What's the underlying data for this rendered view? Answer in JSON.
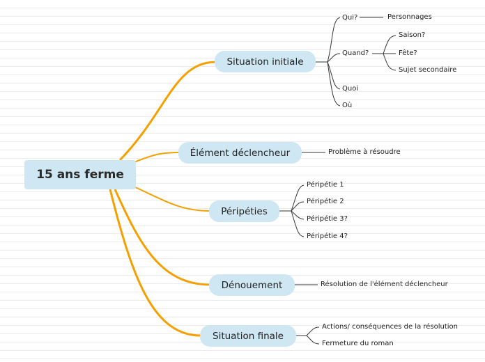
{
  "root": {
    "label": "15 ans ferme"
  },
  "colors": {
    "accent_line": "#f5a000",
    "node_fill": "#cfe7f3",
    "leaf_line": "#333333"
  },
  "branches": [
    {
      "label": "Situation initiale",
      "children": [
        {
          "label": "Qui?",
          "children": [
            {
              "label": "Personnages"
            }
          ]
        },
        {
          "label": "Quand?",
          "children": [
            {
              "label": "Saison?"
            },
            {
              "label": "Fête?"
            },
            {
              "label": "Sujet secondaire"
            }
          ]
        },
        {
          "label": "Quoi"
        },
        {
          "label": "Où"
        }
      ]
    },
    {
      "label": "Élément déclencheur",
      "children": [
        {
          "label": "Problème à résoudre"
        }
      ]
    },
    {
      "label": "Péripéties",
      "children": [
        {
          "label": "Péripétie 1"
        },
        {
          "label": "Péripétie 2"
        },
        {
          "label": "Péripétie 3?"
        },
        {
          "label": "Péripétie 4?"
        }
      ]
    },
    {
      "label": "Dénouement",
      "children": [
        {
          "label": "Résolution de l'élément déclencheur"
        }
      ]
    },
    {
      "label": "Situation finale",
      "children": [
        {
          "label": "Actions/ conséquences de la résolution"
        },
        {
          "label": "Fermeture du roman"
        }
      ]
    }
  ]
}
